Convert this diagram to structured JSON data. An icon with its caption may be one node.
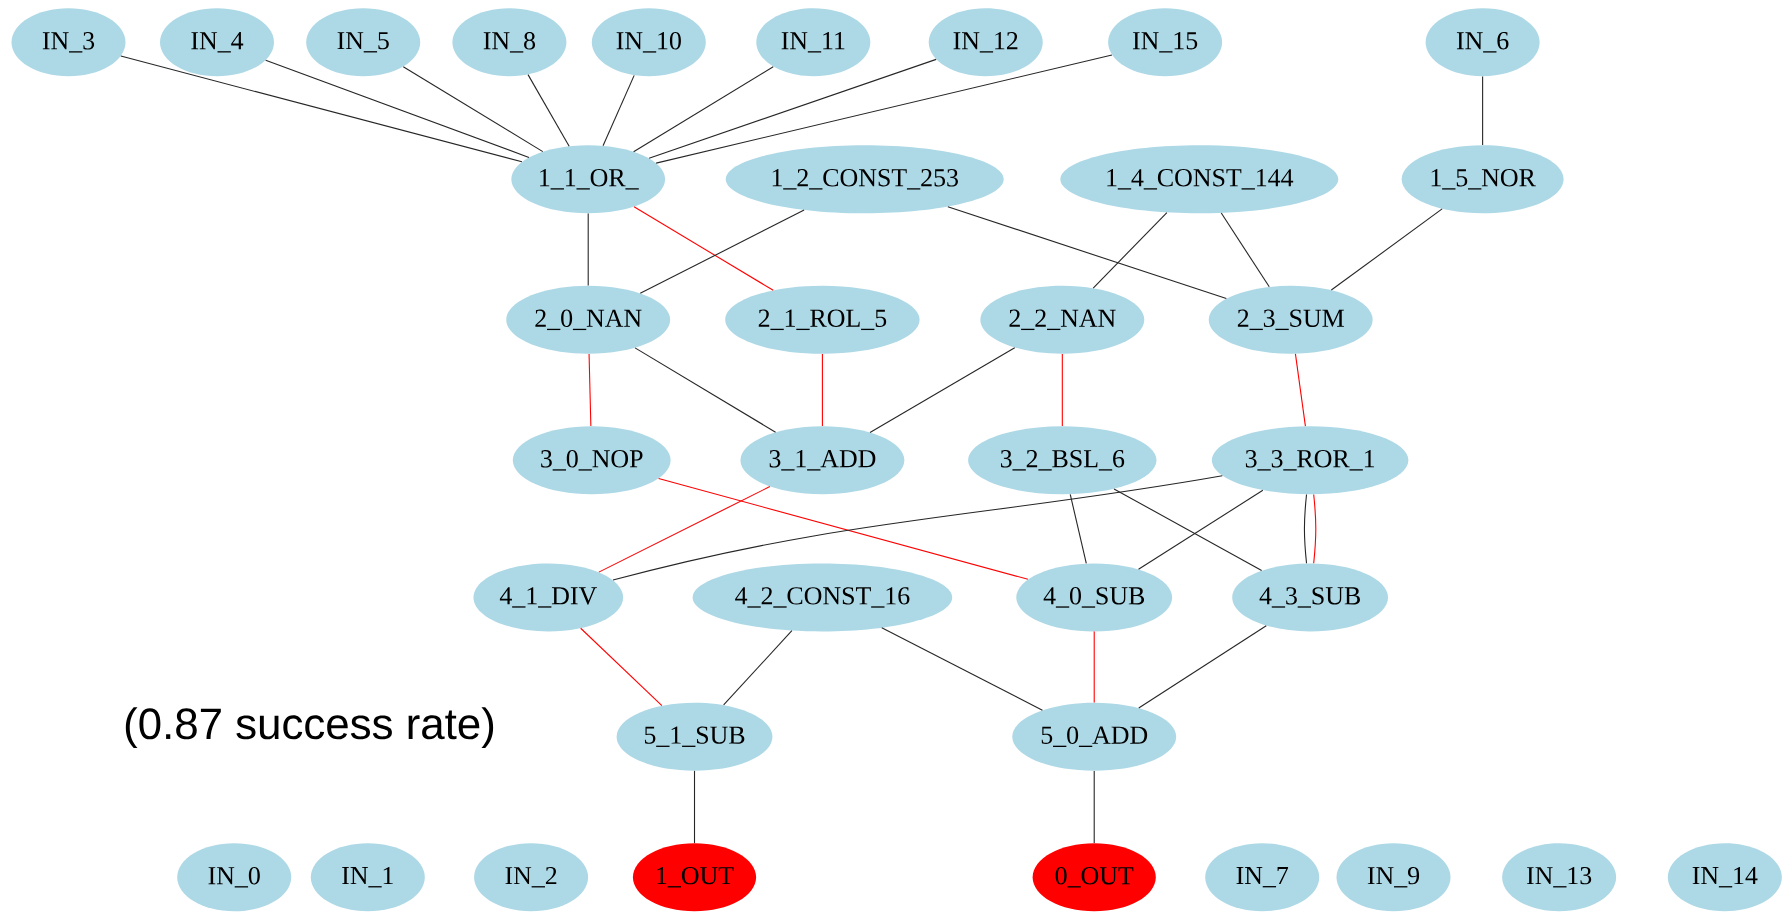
{
  "diagram": {
    "nodes": [
      {
        "text": [
          "IN_3"
        ]
      },
      {
        "text": [
          "IN_4"
        ]
      },
      {
        "text": [
          "IN_5"
        ]
      },
      {
        "text": [
          "IN_8"
        ]
      },
      {
        "text": [
          "IN_10"
        ]
      },
      {
        "text": [
          "IN_11"
        ]
      },
      {
        "text": [
          "IN_12"
        ]
      },
      {
        "text": [
          "IN_15"
        ]
      },
      {
        "text": [
          "IN_6"
        ]
      },
      {
        "text": [
          "1_1_OR_"
        ]
      },
      {
        "text": [
          "1_2_CONST_253"
        ]
      },
      {
        "text": [
          "1_4_CONST_144"
        ]
      },
      {
        "text": [
          "1_5_NOR"
        ]
      },
      {
        "text": [
          "2_0_NAN"
        ]
      },
      {
        "text": [
          "2_1_ROL_5"
        ]
      },
      {
        "text": [
          "2_2_NAN"
        ]
      },
      {
        "text": [
          "2_3_SUM"
        ]
      },
      {
        "text": [
          "3_0_NOP"
        ]
      },
      {
        "text": [
          "3_1_ADD"
        ]
      },
      {
        "text": [
          "3_2_BSL_6"
        ]
      },
      {
        "text": [
          "3_3_ROR_1"
        ]
      },
      {
        "text": [
          "4_1_DIV"
        ]
      },
      {
        "text": [
          "4_2_CONST_16"
        ]
      },
      {
        "text": [
          "4_0_SUB"
        ]
      },
      {
        "text": [
          "4_3_SUB"
        ]
      },
      {
        "text": [
          "5_1_SUB"
        ]
      },
      {
        "text": [
          "5_0_ADD"
        ]
      },
      {
        "text": [
          "IN_0"
        ]
      },
      {
        "text": [
          "IN_1"
        ]
      },
      {
        "text": [
          "IN_2"
        ]
      },
      {
        "text": [
          "1_OUT"
        ]
      },
      {
        "text": [
          "0_OUT"
        ]
      },
      {
        "text": [
          "IN_7"
        ]
      },
      {
        "text": [
          "IN_9"
        ]
      },
      {
        "text": [
          "IN_13"
        ]
      },
      {
        "text": [
          "IN_14"
        ]
      }
    ],
    "edges": [
      {
        "from": 0,
        "to": 9,
        "arrow": "none"
      },
      {
        "from": 1,
        "to": 9,
        "arrow": "none"
      },
      {
        "from": 2,
        "to": 9,
        "arrow": "none"
      },
      {
        "from": 3,
        "to": 9,
        "arrow": "none"
      },
      {
        "from": 4,
        "to": 9,
        "arrow": "none"
      },
      {
        "from": 5,
        "to": 9,
        "arrow": "none"
      },
      {
        "from": 6,
        "to": 9,
        "arrow": "none"
      },
      {
        "from": 7,
        "to": 9,
        "arrow": "none"
      },
      {
        "from": 8,
        "to": 12,
        "arrow": "none"
      },
      {
        "from": 9,
        "to": 13,
        "arrow": "none"
      },
      {
        "from": 9,
        "to": 14,
        "arrow": "none",
        "color": "#ff0000"
      },
      {
        "from": 10,
        "to": 13,
        "arrow": "none"
      },
      {
        "from": 10,
        "to": 16,
        "arrow": "none"
      },
      {
        "from": 11,
        "to": 15,
        "arrow": "none"
      },
      {
        "from": 11,
        "to": 16,
        "arrow": "none"
      },
      {
        "from": 12,
        "to": 16,
        "arrow": "none"
      },
      {
        "from": 13,
        "to": 17,
        "arrow": "none",
        "color": "#ff0000"
      },
      {
        "from": 13,
        "to": 18,
        "arrow": "none"
      },
      {
        "from": 14,
        "to": 18,
        "arrow": "none",
        "color": "#ff0000"
      },
      {
        "from": 15,
        "to": 18,
        "arrow": "none"
      },
      {
        "from": 15,
        "to": 19,
        "arrow": "none",
        "color": "#ff0000"
      },
      {
        "from": 16,
        "to": 20,
        "arrow": "none",
        "color": "#ff0000"
      },
      {
        "from": 18,
        "to": 21,
        "arrow": "none",
        "color": "#ff0000"
      },
      {
        "from": 17,
        "to": 23,
        "arrow": "none",
        "color": "#ff0000"
      },
      {
        "from": 20,
        "to": 21,
        "arrow": "none"
      },
      {
        "from": 19,
        "to": 23,
        "arrow": "none"
      },
      {
        "from": 19,
        "to": 24,
        "arrow": "none"
      },
      {
        "from": 20,
        "to": 23,
        "arrow": "none"
      },
      {
        "from": 20,
        "to": 24,
        "arrow": "none"
      },
      {
        "from": 20,
        "to": 24,
        "arrow": "none",
        "color": "#ff0000"
      },
      {
        "from": 21,
        "to": 25,
        "arrow": "none",
        "color": "#ff0000"
      },
      {
        "from": 22,
        "to": 25,
        "arrow": "none"
      },
      {
        "from": 22,
        "to": 26,
        "arrow": "none"
      },
      {
        "from": 23,
        "to": 26,
        "arrow": "none",
        "color": "#ff0000"
      },
      {
        "from": 24,
        "to": 26,
        "arrow": "none"
      },
      {
        "from": 25,
        "to": 30,
        "arrow": "none"
      },
      {
        "from": 26,
        "to": 31,
        "arrow": "none"
      }
    ],
    "labels": [
      "(0.87 success rate)"
    ]
  }
}
